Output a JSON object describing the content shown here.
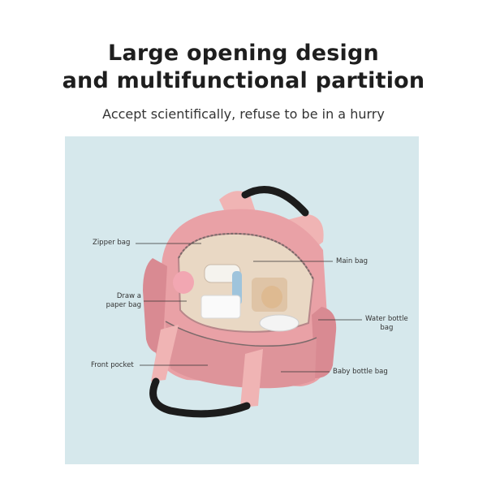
{
  "heading": {
    "line1": "Large opening design",
    "line2": "and multifunctional partition"
  },
  "subtitle": "Accept scientifically, refuse to be in a hurry",
  "callouts": {
    "zipper_bag": "Zipper bag",
    "main_bag": "Main bag",
    "draw_paper_bag_l1": "Draw a",
    "draw_paper_bag_l2": "paper bag",
    "water_bottle_bag_l1": "Water bottle",
    "water_bottle_bag_l2": "bag",
    "front_pocket": "Front pocket",
    "baby_bottle_bag": "Baby bottle bag"
  },
  "colors": {
    "panel_bg": "#d6e8ec",
    "bag_pink": "#e9a1a6",
    "bag_pink_dark": "#cf7f86",
    "strap_pink": "#f0b4b4",
    "handle_black": "#1c1c1c",
    "lining": "#e9d8c4"
  }
}
